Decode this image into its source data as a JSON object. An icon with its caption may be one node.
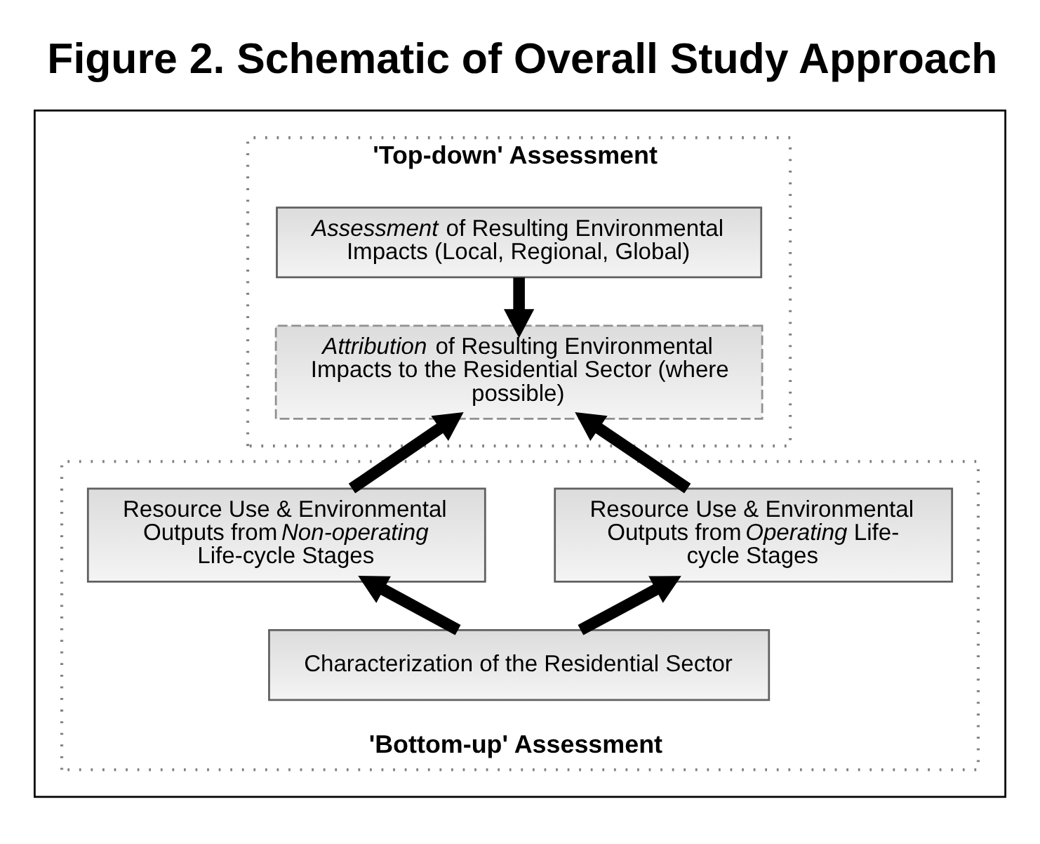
{
  "diagram": {
    "title": "Figure 2. Schematic of Overall Study Approach",
    "nodes": [
      {
        "text": [],
        "shape": "box"
      },
      {
        "text": [
          "'Top-down' Assessment"
        ],
        "in": 0
      },
      {
        "text": [
          "*Assessment* of Resulting Environmental Impacts (Local, Regional, Global)"
        ],
        "in": 1
      },
      {
        "text": [
          "*Attribution* of Resulting Environmental Impacts to the Residential Sector (where possible)"
        ],
        "in": 1
      },
      {
        "text": [
          "'Bottom-up' Assessment"
        ],
        "in": 0
      },
      {
        "text": [
          "Resource Use & Environmental Outputs from *Non-operating* Life-cycle Stages"
        ],
        "in": 4
      },
      {
        "text": [
          "Resource Use & Environmental Outputs from *Operating* Life-cycle Stages"
        ],
        "in": 4
      },
      {
        "text": [
          "Characterization of the Residential Sector"
        ],
        "in": 4
      }
    ],
    "edges": [
      {
        "from": 2,
        "to": 3,
        "arrow": "to"
      },
      {
        "from": 5,
        "to": 3,
        "arrow": "to"
      },
      {
        "from": 6,
        "to": 3,
        "arrow": "to"
      },
      {
        "from": 7,
        "to": 5,
        "arrow": "to"
      },
      {
        "from": 7,
        "to": 6,
        "arrow": "to"
      }
    ]
  }
}
